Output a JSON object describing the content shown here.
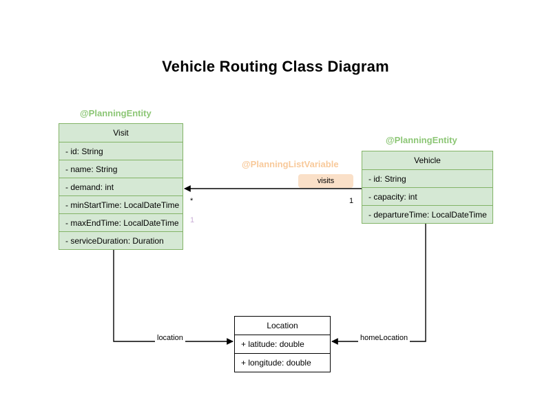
{
  "title": "Vehicle Routing Class Diagram",
  "colors": {
    "class_fill": "#d5e8d4",
    "class_border": "#82b366",
    "plain_fill": "#ffffff",
    "plain_border": "#000000",
    "stereotype_entity": "#8cc675",
    "stereotype_listvariable": "#f8c99a",
    "badge_fill": "#fae0c8",
    "multiplicity_faded": "#c9aed6",
    "edge": "#000000",
    "background": "#ffffff"
  },
  "classes": {
    "visit": {
      "stereotype": "@PlanningEntity",
      "name": "Visit",
      "attributes": [
        "- id: String",
        "- name: String",
        "- demand: int",
        "- minStartTime: LocalDateTime",
        "- maxEndTime: LocalDateTime",
        "- serviceDuration: Duration"
      ]
    },
    "vehicle": {
      "stereotype": "@PlanningEntity",
      "name": "Vehicle",
      "attributes": [
        "- id: String",
        "- capacity: int",
        "- departureTime: LocalDateTime"
      ]
    },
    "location": {
      "name": "Location",
      "attributes": [
        "+ latitude: double",
        "+ longitude: double"
      ]
    }
  },
  "associations": {
    "visits": {
      "stereotype": "@PlanningListVariable",
      "label": "visits",
      "source_multiplicity": "1",
      "target_multiplicity": "*",
      "target_multiplicity_secondary": "1"
    },
    "location": {
      "label": "location"
    },
    "home_location": {
      "label": "homeLocation"
    }
  }
}
